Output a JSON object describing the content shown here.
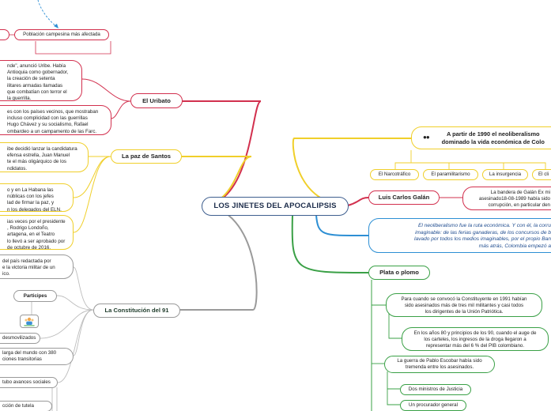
{
  "central_topic": "LOS JINETES DEL APOCALIPSIS",
  "branches": {
    "uribato": {
      "label": "El Uribato",
      "children": [
        "nde\", anunció Uribe. Había\nAntioquia como gobernador,\nla creación de setenta\nilitares armadas llamadas\nque combatían con terror el\nla guerrilla.",
        "es con los países vecinos, que mostraban\nincluso complicidad con las guerrillas\nHugo Chávez y su socialismo, Rafael\nombardeo a un campamento de las Farc."
      ],
      "top_items": [
        "os",
        "Población campesina más afectada"
      ]
    },
    "paz_santos": {
      "label": "La paz de Santos",
      "children": [
        "ibe decidió lanzar la candidatura\nefensa estrella, Juan Manuel\nte el más oligárquico de los\nndidatos.",
        "o y en La Habana las\nnúblicas con los jefes\nlad de firmar la paz, y\nn los delegados del ELN.",
        "ias veces por el presidente\n, Rodrigo Londoño,\nartagena, en el Teatro\nlo llevó a ser aprobado por\nde octubre de 2016."
      ]
    },
    "constitucion": {
      "label": "La Constitución del 91",
      "children": [
        "del país redactada por\ne la victoria militar de un\nico.",
        "Participes",
        "desmovilizados",
        "larga del mundo con 380\nciones transitorias",
        "tubo avances sociales",
        "cción de tutela"
      ],
      "participants_icon": "people-icon"
    },
    "neoliberalismo": {
      "label": "A partir de 1990 el neoliberalismo\ndominado la vida económica de Colo",
      "icon": "glasses-icon",
      "children": [
        "El Narcotráfico",
        "El paramilitarismo",
        "La insurgencia",
        "El cli"
      ]
    },
    "galan": {
      "label": "Luis Carlos Galán",
      "children": [
        "La bandera de Galán Ex mi\nasesinado18-08-1989 había sido\ncorrupción, en particular den"
      ]
    },
    "quote": "El neoliberalismo fue la ruta económica. Y con él, la corru\nimaginable: de las ferias ganaderas, de los concursos de b\nlavado por todos los medios imaginables, por el propio Ban\nmás atrás, Colombia empezó a",
    "plata_plomo": {
      "label": "Plata o plomo",
      "children": [
        "Para cuando se convocó la Constituyente en 1991 habían\nsido asesinados más de tres mil militantes y casi todos\nlos dirigentes de la Unión Patriótica.",
        "En los años 80 y principios de los 90, cuando el auge de\nlos carteles, los ingresos de la droga llegaron a\nrepresentar más del 6 % del PIB colombiano.",
        "La guerra de Pablo Escobar había sido\ntremenda entre los asesinados.",
        "Dos ministros de Justicia",
        "Un procurador general"
      ]
    }
  },
  "colors": {
    "uribato": "#d2304e",
    "paz_santos": "#f0cf2a",
    "constitucion": "#9a9a9a",
    "neoliberalismo": "#f0cf2a",
    "galan": "#d2304e",
    "quote": "#2d8fd4",
    "plata_plomo": "#3aa046",
    "center": "#3f5f8f"
  }
}
